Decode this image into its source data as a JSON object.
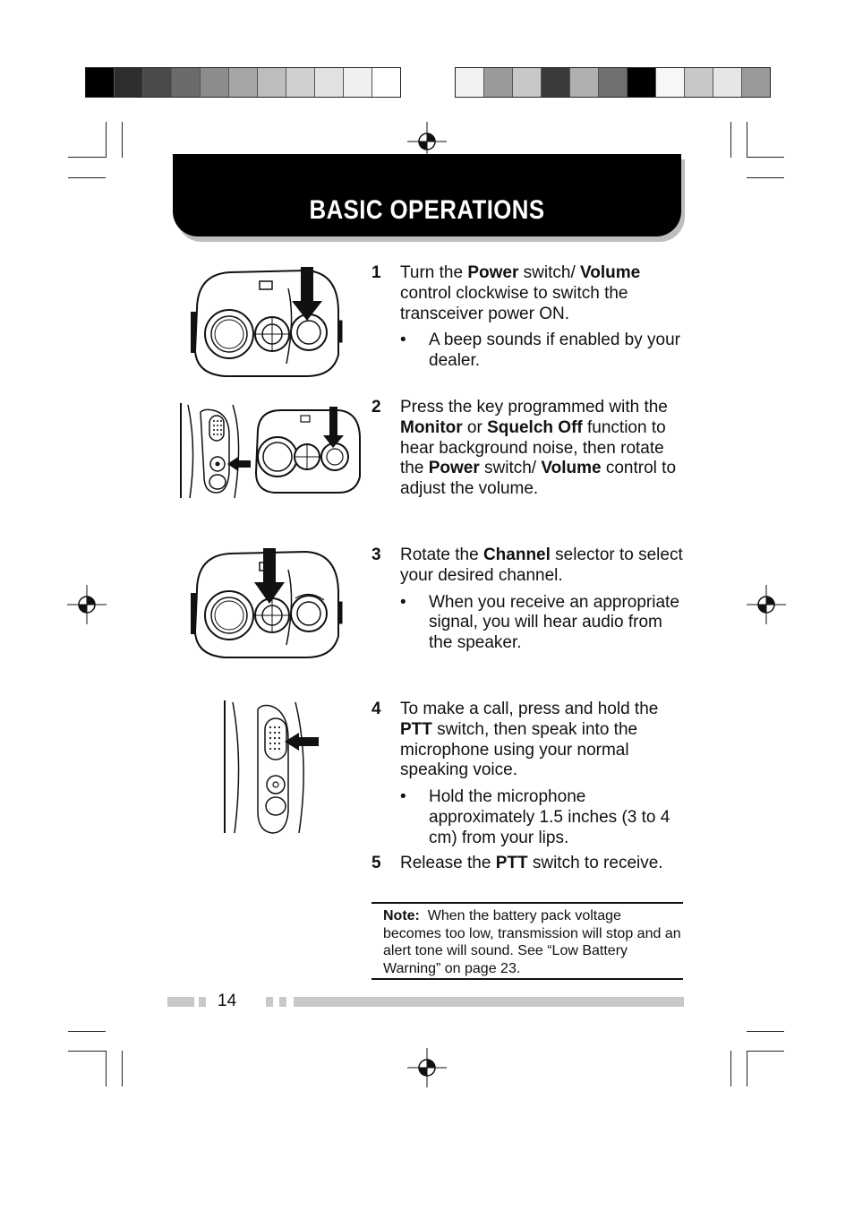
{
  "header": {
    "title": "BASIC OPERATIONS"
  },
  "colors": {
    "left_bar": [
      "#000000",
      "#2e2e2e",
      "#4a4a4a",
      "#6b6b6b",
      "#8c8c8c",
      "#a6a6a6",
      "#bdbdbd",
      "#d0d0d0",
      "#e2e2e2",
      "#f0f0f0",
      "#ffffff"
    ],
    "right_bar": [
      "#f2f2f2",
      "#9a9a9a",
      "#c8c8c8",
      "#3a3a3a",
      "#b0b0b0",
      "#707070",
      "#000000",
      "#f7f7f7",
      "#c8c8c8",
      "#e6e6e6",
      "#9a9a9a"
    ],
    "header_bg": "#000000",
    "footer_bar": "#c8c8c8"
  },
  "steps": [
    {
      "number": "1",
      "text": [
        {
          "t": "Turn the "
        },
        {
          "t": "Power",
          "b": true
        },
        {
          "t": " switch/ "
        },
        {
          "t": "Volume",
          "b": true
        },
        {
          "t": " control clockwise to switch the transceiver power ON."
        }
      ],
      "bullets": [
        "A beep sounds if enabled by your dealer."
      ]
    },
    {
      "number": "2",
      "text": [
        {
          "t": "Press the key programmed with the "
        },
        {
          "t": "Monitor",
          "b": true
        },
        {
          "t": " or "
        },
        {
          "t": "Squelch Off",
          "b": true
        },
        {
          "t": " function to hear background noise, then rotate the "
        },
        {
          "t": "Power",
          "b": true
        },
        {
          "t": " switch/ "
        },
        {
          "t": "Volume",
          "b": true
        },
        {
          "t": " control to adjust the volume."
        }
      ],
      "bullets": []
    },
    {
      "number": "3",
      "text": [
        {
          "t": "Rotate the "
        },
        {
          "t": "Channel",
          "b": true
        },
        {
          "t": " selector to select your desired channel."
        }
      ],
      "bullets": [
        "When you receive an appropriate signal, you will hear audio from the speaker."
      ]
    },
    {
      "number": "4",
      "text": [
        {
          "t": "To make a call, press and hold the "
        },
        {
          "t": "PTT",
          "b": true
        },
        {
          "t": " switch, then speak into the microphone using your normal speaking voice."
        }
      ],
      "bullets": [
        "Hold the microphone approximately 1.5 inches (3 to 4 cm) from your lips."
      ]
    },
    {
      "number": "5",
      "text": [
        {
          "t": "Release the "
        },
        {
          "t": "PTT",
          "b": true
        },
        {
          "t": " switch to receive."
        }
      ],
      "bullets": []
    }
  ],
  "bullet_symbol": "•",
  "note": {
    "label": "Note:",
    "text": "When the battery pack voltage becomes too low, transmission will stop and an alert tone will sound.  See “Low Battery Warning” on page 23."
  },
  "footer": {
    "page_number": "14"
  },
  "illustrations": [
    {
      "name": "radio-top-view-icon",
      "arrow": "down-on-volume-knob"
    },
    {
      "name": "radio-side-and-top-view-icon",
      "arrow": "monitor-key-and-volume-knob"
    },
    {
      "name": "radio-top-view-icon",
      "arrow": "down-on-channel-knob"
    },
    {
      "name": "radio-side-view-icon",
      "arrow": "left-on-ptt-switch"
    }
  ]
}
